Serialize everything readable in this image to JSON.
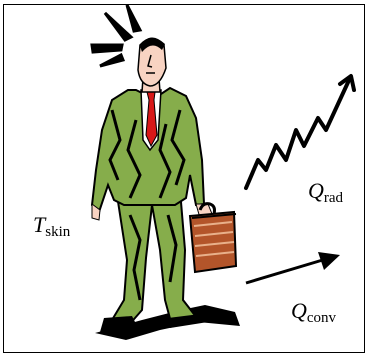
{
  "labels": {
    "t_skin": {
      "symbol": "T",
      "subscript": "skin"
    },
    "q_rad": {
      "symbol": "Q",
      "subscript": "rad"
    },
    "q_conv": {
      "symbol": "Q",
      "subscript": "conv"
    }
  },
  "colors": {
    "suit": "#86ad4b",
    "suit_shadow": "#000000",
    "tie": "#d81818",
    "skin": "#f8d3c2",
    "briefcase": "#b3552a",
    "arrow": "#000000"
  },
  "icons": [
    "businessman-clipart",
    "radiation-zigzag-arrow",
    "convection-arrow",
    "alert-stress-lines"
  ]
}
